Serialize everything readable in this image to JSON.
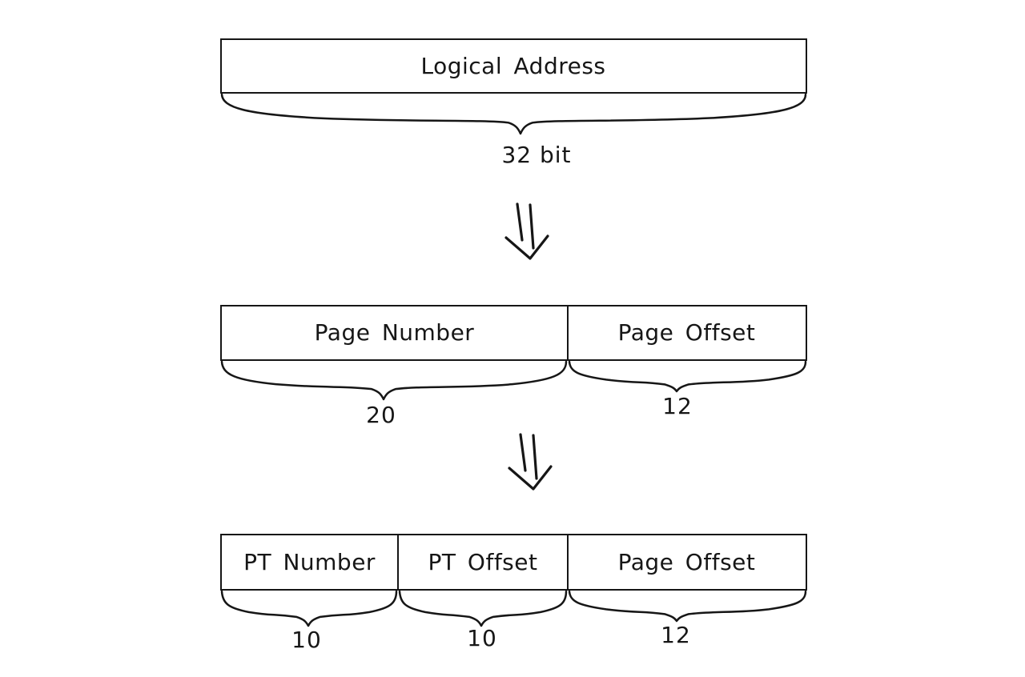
{
  "canvas": {
    "background": "#ffffff",
    "stroke_color": "#161616"
  },
  "icons": {
    "down_arrow": "double-line-down-arrow"
  },
  "address_rows": [
    {
      "name": "logical-address",
      "cells": [
        {
          "label": "Logical Address",
          "width_label": "32 bit"
        }
      ]
    },
    {
      "name": "page-number-offset",
      "cells": [
        {
          "label": "Page Number",
          "width_label": "20"
        },
        {
          "label": "Page Offset",
          "width_label": "12"
        }
      ]
    },
    {
      "name": "two-level-page-table",
      "cells": [
        {
          "label": "PT Number",
          "width_label": "10"
        },
        {
          "label": "PT Offset",
          "width_label": "10"
        },
        {
          "label": "Page Offset",
          "width_label": "12"
        }
      ]
    }
  ]
}
